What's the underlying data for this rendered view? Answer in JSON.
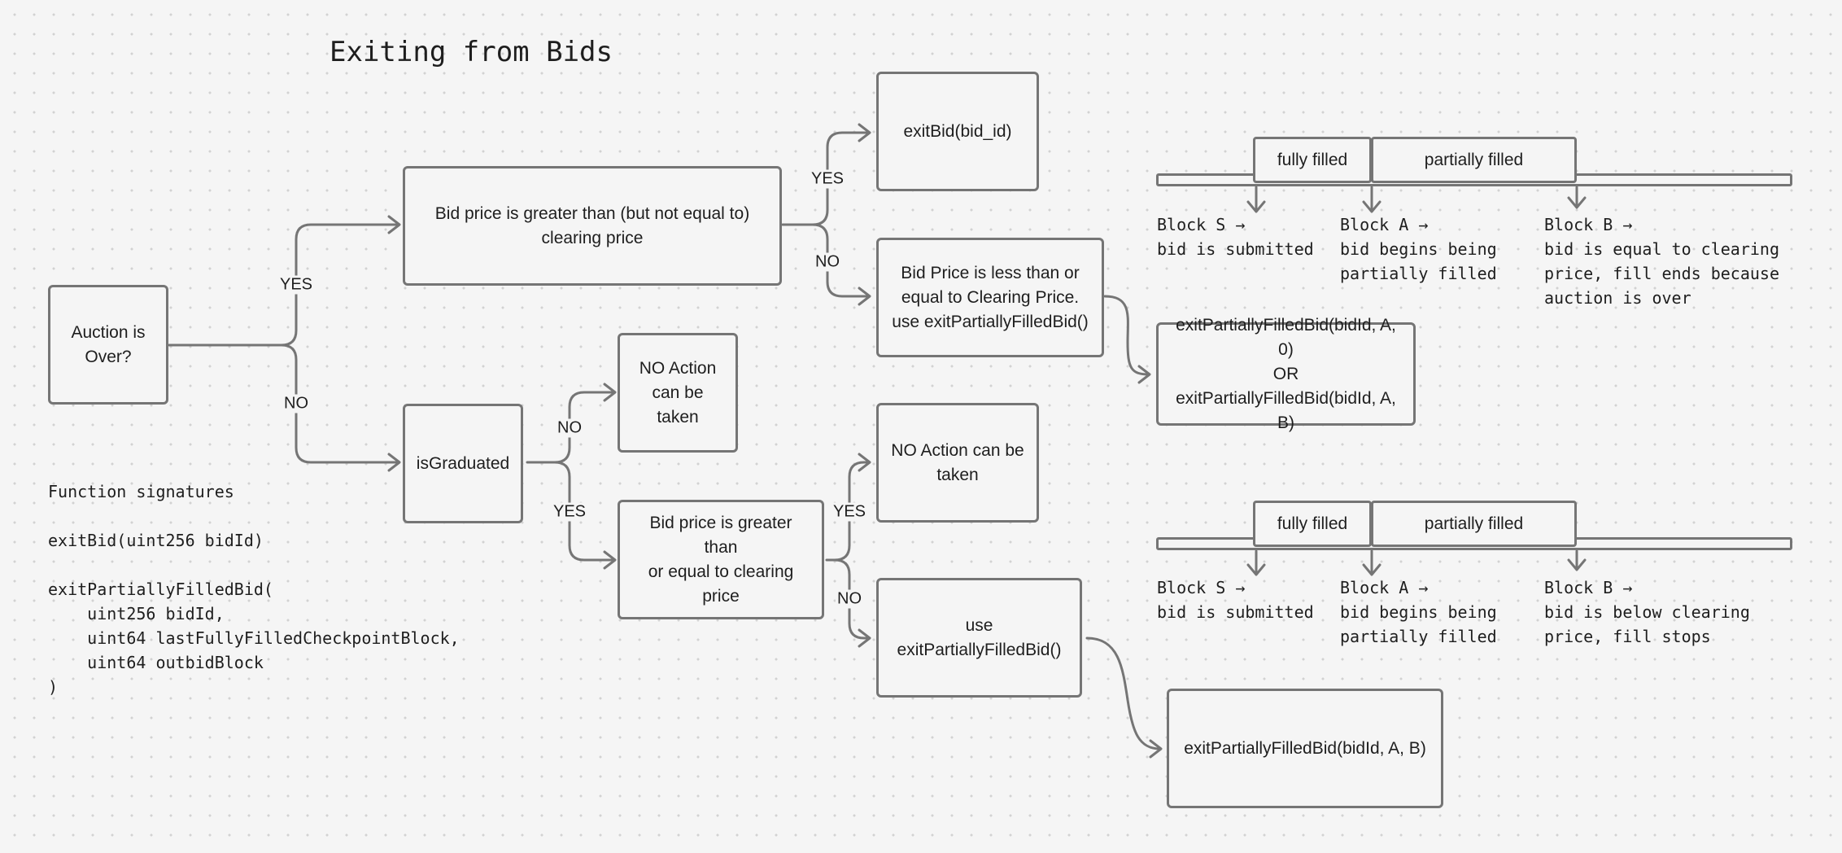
{
  "title": "Exiting from Bids",
  "nodes": {
    "auction_over": "Auction is\nOver?",
    "price_greater": "Bid price is greater than (but not equal to)\nclearing price",
    "is_graduated": "isGraduated",
    "exit_bid": "exitBid(bid_id)",
    "price_less_equal": "Bid Price is less than or\nequal to Clearing Price.\nuse exitPartiallyFilledBid()",
    "no_action_1": "NO Action\ncan be taken",
    "price_greater_equal": "Bid price is greater than\nor equal to clearing\nprice",
    "no_action_2": "NO Action can be\ntaken",
    "use_partial": "use\nexitPartiallyFilledBid()",
    "result_top": "exitPartiallyFilledBid(bidId, A, 0)\nOR\nexitPartiallyFilledBid(bidId, A, B)",
    "result_bottom": "exitPartiallyFilledBid(bidId, A, B)"
  },
  "edge_labels": {
    "yes": "YES",
    "no": "NO"
  },
  "signatures": "Function signatures\n\nexitBid(uint256 bidId)\n\nexitPartiallyFilledBid(\n    uint256 bidId,\n    uint64 lastFullyFilledCheckpointBlock,\n    uint64 outbidBlock\n)",
  "timelines": [
    {
      "fully": "fully filled",
      "partially": "partially filled",
      "block_s": "Block S →\nbid is submitted",
      "block_a": "Block A →\nbid begins being\npartially filled",
      "block_b": "Block B →\nbid is equal to clearing\nprice, fill ends because\nauction is over"
    },
    {
      "fully": "fully filled",
      "partially": "partially filled",
      "block_s": "Block S →\nbid is submitted",
      "block_a": "Block A →\nbid begins being\npartially filled",
      "block_b": "Block B →\nbid is below clearing\nprice, fill stops"
    }
  ],
  "colors": {
    "stroke": "#757575",
    "text": "#1e1e1e",
    "background": "#f5f5f5"
  }
}
